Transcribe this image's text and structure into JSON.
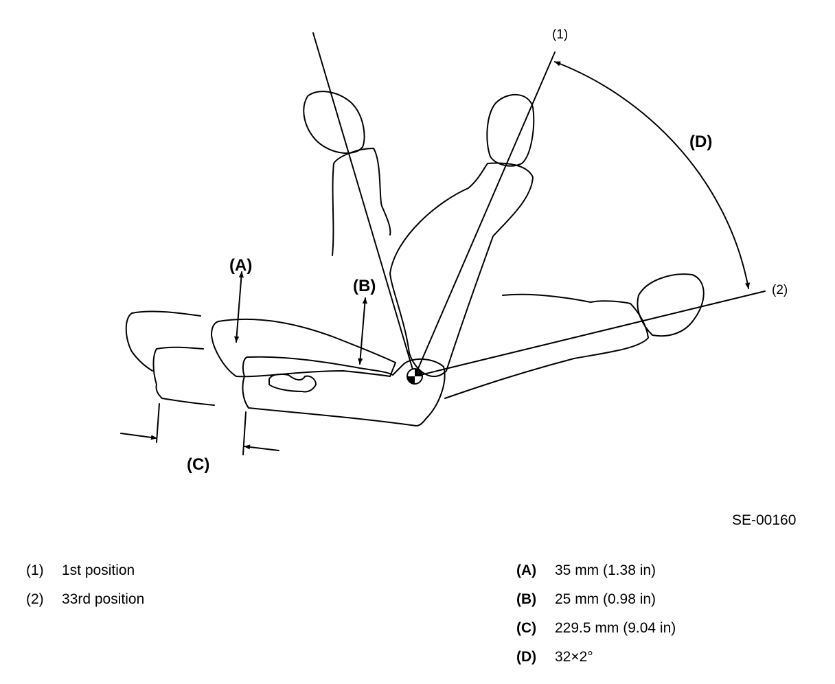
{
  "labels": {
    "pos1": "(1)",
    "pos2": "(2)",
    "A": "(A)",
    "B": "(B)",
    "C": "(C)",
    "D": "(D)"
  },
  "code": "SE-00160",
  "legend_positions": [
    {
      "key": "(1)",
      "text": "1st position"
    },
    {
      "key": "(2)",
      "text": "33rd position"
    }
  ],
  "legend_dimensions": [
    {
      "key": "(A)",
      "text": "35 mm (1.38 in)"
    },
    {
      "key": "(B)",
      "text": "25 mm (0.98 in)"
    },
    {
      "key": "(C)",
      "text": "229.5 mm (9.04 in)"
    },
    {
      "key": "(D)",
      "text": "32×2°"
    }
  ]
}
